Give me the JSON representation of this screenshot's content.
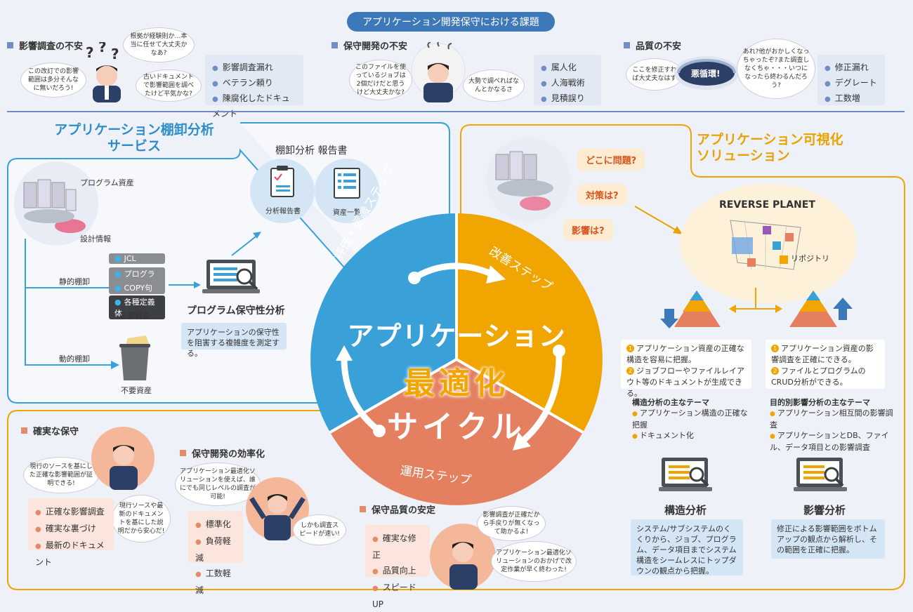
{
  "header": {
    "title": "アプリケーション開発保守における課題"
  },
  "issues": [
    {
      "title": "影響調査の不安",
      "bubbles": [
        "根拠が経験則か…本当に任せて大丈夫かなあ?",
        "この改訂での影響範囲は多分そんなに無いだろう!",
        "古いドキュメントで影響範囲を調べたけど平気かな?"
      ],
      "items": [
        "影響調査漏れ",
        "ベテラン頼り",
        "陳腐化したドキュメント"
      ]
    },
    {
      "title": "保守開発の不安",
      "bubbles": [
        "このファイルを使っているジョブは2個だけだと思うけど大丈夫かな?",
        "大勢で調べればなんとかなるさ"
      ],
      "items": [
        "属人化",
        "人海戦術",
        "見積誤り"
      ]
    },
    {
      "title": "品質の不安",
      "bubbles": [
        "ここを修正すれば大丈夫なはず",
        "あれ?他がおかしくなっちゃったぞ?また調査しなくちゃ・・・いつになったら終わるんだろう?"
      ],
      "cycle_label": "悪循環!",
      "items": [
        "修正漏れ",
        "デグレート",
        "工数増"
      ]
    }
  ],
  "left_section": {
    "title_line1": "アプリケーション棚卸分析",
    "title_line2": "サービス",
    "program_assets": "プログラム資産",
    "design_info": "設計情報",
    "static": "静的棚卸",
    "dynamic": "動的棚卸",
    "tags": [
      "JCL",
      "プログラム",
      "COPY句",
      "各種定義体"
    ],
    "needed_assets": "必要資産",
    "unneeded_assets": "不要資産",
    "report_title": "棚卸分析 報告書",
    "report_items": [
      "分析報告書",
      "資産一覧"
    ],
    "analysis_title": "プログラム保守性分析",
    "analysis_desc": "アプリケーションの保守性を阻害する複雑度を測定する。"
  },
  "center": {
    "line1": "アプリケーション",
    "line2": "最適化",
    "line3": "サイクル",
    "step_eval": "評価・認識ステップ",
    "step_improve": "改善ステップ",
    "step_operate": "運用ステップ"
  },
  "right_section": {
    "title_line1": "アプリケーション可視化",
    "title_line2": "ソリューション",
    "questions": [
      "どこに問題?",
      "対策は?",
      "影響は?"
    ],
    "product": "REVERSE PLANET",
    "repository": "リポジトリ",
    "left_points": [
      "アプリケーション資産の正確な構造を容易に把握。",
      "ジョブフローやファイルレイアウト等のドキュメントが生成できる。"
    ],
    "right_points": [
      "アプリケーション資産の影響調査を正確にできる。",
      "ファイルとプログラムのCRUD分析ができる。"
    ],
    "left_theme_title": "構造分析の主なテーマ",
    "left_themes": [
      "アプリケーション構造の正確な把握",
      "ドキュメント化"
    ],
    "right_theme_title": "目的別影響分析の主なテーマ",
    "right_themes": [
      "アプリケーション相互間の影響調査",
      "アプリケーションとDB、ファイル、データ項目との影響調査"
    ],
    "struct_title": "構造分析",
    "struct_desc": "システム/サブシステムのくくりから、ジョブ、プログラム、データ項目までシステム構造をシームレスにトップダウンの観点から把握。",
    "impact_title": "影響分析",
    "impact_desc": "修正による影響範囲をボトムアップの観点から解析し、その範囲を正確に把握。"
  },
  "bottom": [
    {
      "title": "確実な保守",
      "bubbles": [
        "現行のソースを基にした正確な影響範囲が証明できる!",
        "現行ソースや最新のドキュメントを基にした説明だから安心だ!"
      ],
      "items": [
        "正確な影響調査",
        "確実な裏づけ",
        "最新のドキュメント"
      ]
    },
    {
      "title": "保守開発の効率化",
      "bubbles": [
        "アプリケーション最適化ソリューションを使えば、誰にでも同じレベルの調査が可能!",
        "しかも調査スピードが速い!"
      ],
      "items": [
        "標準化",
        "負荷軽減",
        "工数軽減"
      ]
    },
    {
      "title": "保守品質の安定",
      "bubbles": [
        "影響調査が正確だから手戻りが無くなって助かるよ!",
        "アプリケーション最適化ソリューションのおかげで改定作業が早く終わった!"
      ],
      "items": [
        "確実な修正",
        "品質向上",
        "スピードUP"
      ]
    }
  ],
  "colors": {
    "blue": "#3aa0d8",
    "yellow": "#f0a500",
    "orange": "#e4805f",
    "navy": "#3d78b8"
  }
}
